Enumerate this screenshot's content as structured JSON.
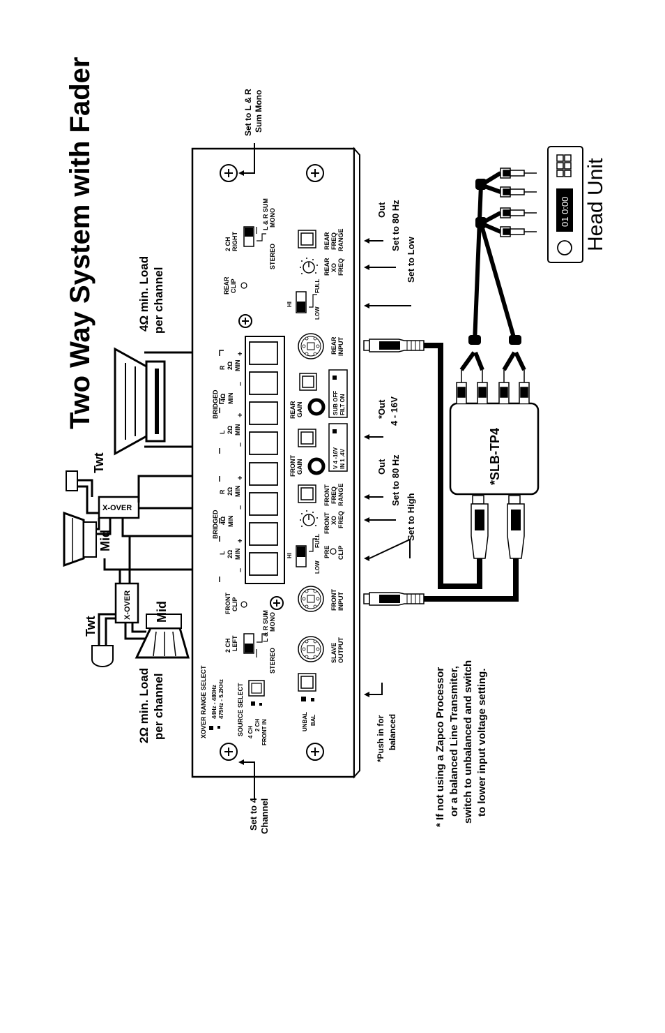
{
  "title": "Two Way System with Fader",
  "loads": {
    "rear_load_1": "4Ω min. Load",
    "rear_load_2": "per channel",
    "front_load_1": "2Ω min. Load",
    "front_load_2": "per channel"
  },
  "speakers": {
    "twt_top": "Twt",
    "mid_top": "Mid",
    "twt_left": "Twt",
    "mid_left": "Mid",
    "xover_top": "X-OVER",
    "xover_left": "X-OVER"
  },
  "amp": {
    "xover_range_title": "XOVER RANGE SELECT",
    "xover_range_1": "44Hz - 480Hz",
    "xover_range_2": "475Hz - 5.2KHz",
    "source_select": "SOURCE SELECT",
    "src_4ch": "4 CH",
    "src_2ch_1": "2 CH",
    "src_2ch_2": "FRONT IN",
    "unbal": "UNBAL",
    "bal": "BAL",
    "left_2ch_1": "2 CH",
    "left_2ch_2": "LEFT",
    "stereo": "STEREO",
    "lr_sum": "L & R SUM",
    "mono": "MONO",
    "slave_1": "SLAVE",
    "slave_2": "OUTPUT",
    "front_clip_1": "FRONT",
    "front_clip_2": "CLIP",
    "front_input_1": "FRONT",
    "front_input_2": "INPUT",
    "rear_input_1": "REAR",
    "rear_input_2": "INPUT",
    "pre_clip_1": "PRE",
    "pre_clip_2": "CLIP",
    "hi": "HI",
    "low": "LOW",
    "full": "FULL",
    "front_xo_1": "FRONT",
    "front_xo_2": "XO",
    "front_xo_3": "FREQ",
    "front_range_1": "FRONT",
    "front_range_2": "FREQ",
    "front_range_3": "RANGE",
    "front_gain_1": "FRONT",
    "front_gain_2": "GAIN",
    "rear_gain_1": "REAR",
    "rear_gain_2": "GAIN",
    "v_row": "V  4 -16V",
    "in_row": "IN  1 .4V",
    "sub_row": "SUB  OFF",
    "filt_row": "FILT  ON",
    "rear_xo_1": "REAR",
    "rear_xo_2": "XO",
    "rear_xo_3": "FREQ",
    "rear_range_1": "REAR",
    "rear_range_2": "FREQ",
    "rear_range_3": "RANGE",
    "rear_clip_1": "REAR",
    "rear_clip_2": "CLIP",
    "right_2ch_1": "2 CH",
    "right_2ch_2": "RIGHT",
    "bridged": "BRIDGED",
    "l": "L",
    "r": "R",
    "min_2": "2Ω",
    "min_4": "4Ω",
    "min": "MIN",
    "plus": "+",
    "minus": "–"
  },
  "notes": {
    "set_lr_1": "Set to L & R",
    "set_lr_2": "Sum Mono",
    "set_4ch_1": "Set to 4",
    "set_4ch_2": "Channel",
    "push_1": "*Push in for",
    "push_2": "balanced",
    "front_low_1": "Set to High",
    "front_xo_1": "Set to 80 Hz",
    "front_range_1": "Out",
    "volt_1": "*Out",
    "volt_2": "4 - 16V",
    "rear_low_1": "Set to Low",
    "rear_xo_1": "Set to 80 Hz",
    "rear_range_1": "Out",
    "footnote_1": "* If not using a Zapco Processor",
    "footnote_2": "or a balanced Line Transmiter,",
    "footnote_3": "switch to unbalanced and switch",
    "footnote_4": "to lower input voltage setting."
  },
  "slb": "*SLB-TP4",
  "head_unit": {
    "label": "Head Unit",
    "display": "01 0:00"
  }
}
